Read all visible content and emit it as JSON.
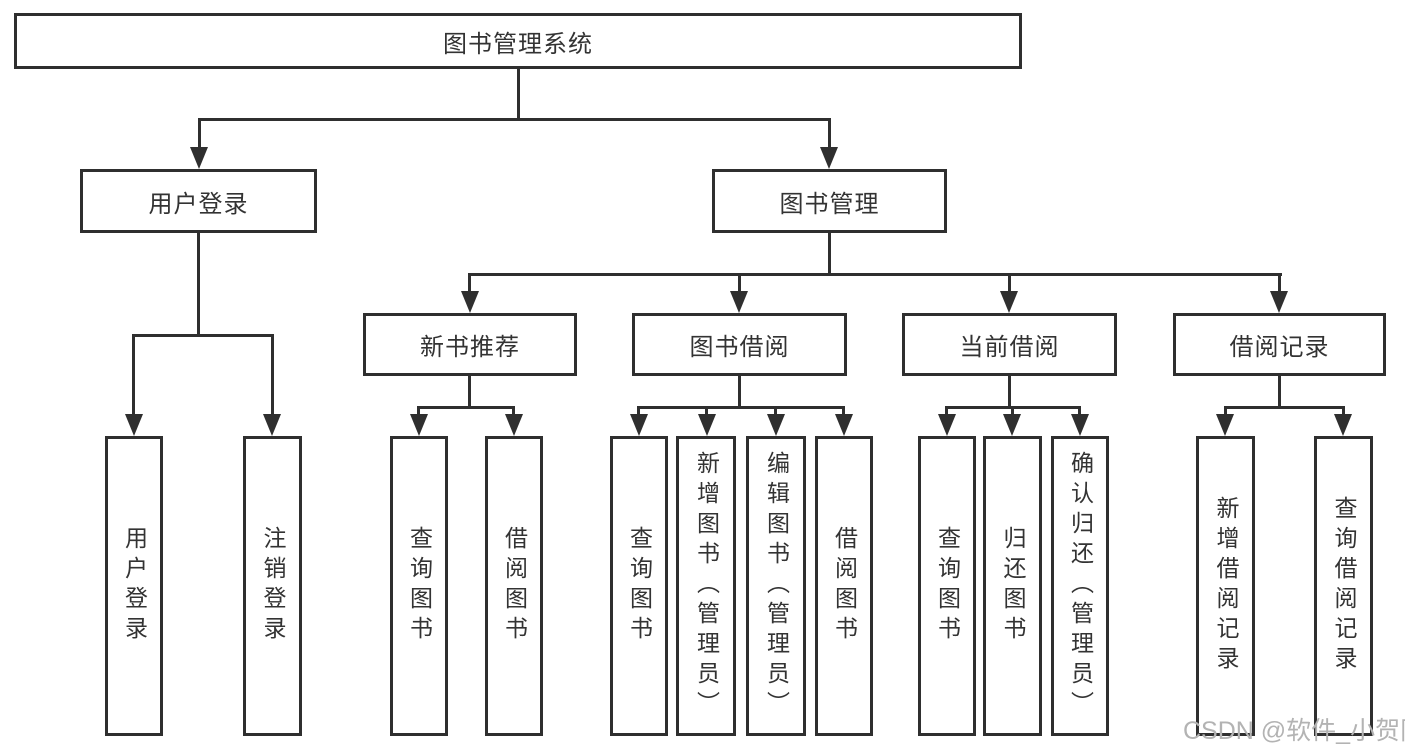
{
  "diagram_title": "图书管理系统",
  "nodes": {
    "root": {
      "label": "图书管理系统"
    },
    "user_login": {
      "label": "用户登录"
    },
    "book_mgmt": {
      "label": "图书管理"
    },
    "new_books": {
      "label": "新书推荐"
    },
    "book_borrow": {
      "label": "图书借阅"
    },
    "current_borrow": {
      "label": "当前借阅"
    },
    "borrow_records": {
      "label": "借阅记录"
    },
    "leaf_user_login": {
      "label": "用户登录"
    },
    "leaf_logout": {
      "label": "注销登录"
    },
    "leaf_query_book_1": {
      "label": "查询图书"
    },
    "leaf_borrow_book_1": {
      "label": "借阅图书"
    },
    "leaf_query_book_2": {
      "label": "查询图书"
    },
    "leaf_add_book": {
      "label": "新增图书（管理员）"
    },
    "leaf_edit_book": {
      "label": "编辑图书（管理员）"
    },
    "leaf_borrow_book_2": {
      "label": "借阅图书"
    },
    "leaf_query_book_3": {
      "label": "查询图书"
    },
    "leaf_return_book": {
      "label": "归还图书"
    },
    "leaf_confirm_return": {
      "label": "确认归还（管理员）"
    },
    "leaf_add_record": {
      "label": "新增借阅记录"
    },
    "leaf_query_record": {
      "label": "查询借阅记录"
    }
  },
  "watermark": {
    "text": "CSDN @软件_小贺同学"
  },
  "colors": {
    "line": "#2f2f2f",
    "text": "#333333",
    "box_background": "#ffffff",
    "watermark": "#b3b3b3",
    "page_background": "#ffffff"
  }
}
